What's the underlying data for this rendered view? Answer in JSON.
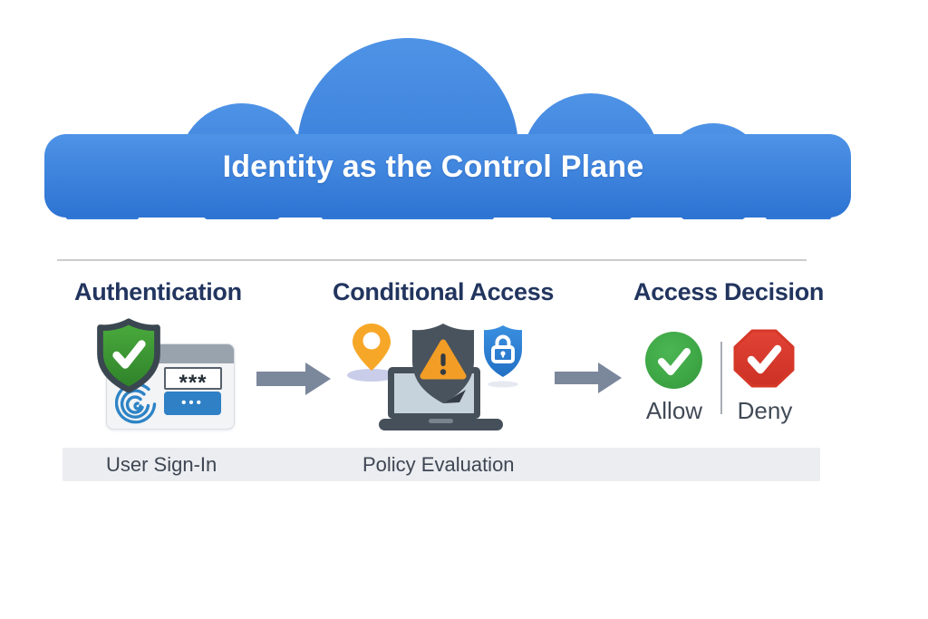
{
  "title": "Identity as the Control Plane",
  "columns": [
    {
      "heading": "Authentication",
      "footer": "User Sign-In"
    },
    {
      "heading": "Conditional Access",
      "footer": "Policy Evaluation"
    },
    {
      "heading": "Access Decision"
    }
  ],
  "sign_in": {
    "password_mask": "***",
    "button_dots": "•••"
  },
  "outcomes": [
    {
      "label": "Allow"
    },
    {
      "label": "Deny"
    }
  ],
  "icons": [
    "cloud-shape",
    "verified-shield-icon",
    "fingerprint-icon",
    "browser-window",
    "right-arrow-icon",
    "location-pin-icon",
    "laptop-icon",
    "warning-shield-icon",
    "lock-shield-icon",
    "check-circle-icon",
    "octagon-check-icon"
  ],
  "colors": {
    "cloud_blue_top": "#4E93E6",
    "cloud_blue_bottom": "#2D73D2",
    "heading_navy": "#22355F",
    "arrow_gray": "#7B879B",
    "allow_green": "#3FA846",
    "deny_red": "#DC3A2C",
    "shield_green": "#3E9E35",
    "warning_orange": "#F29D25",
    "lock_blue": "#2C7FD4",
    "pin_orange": "#F7A728",
    "footer_bar_gray": "#EBEDF0"
  }
}
